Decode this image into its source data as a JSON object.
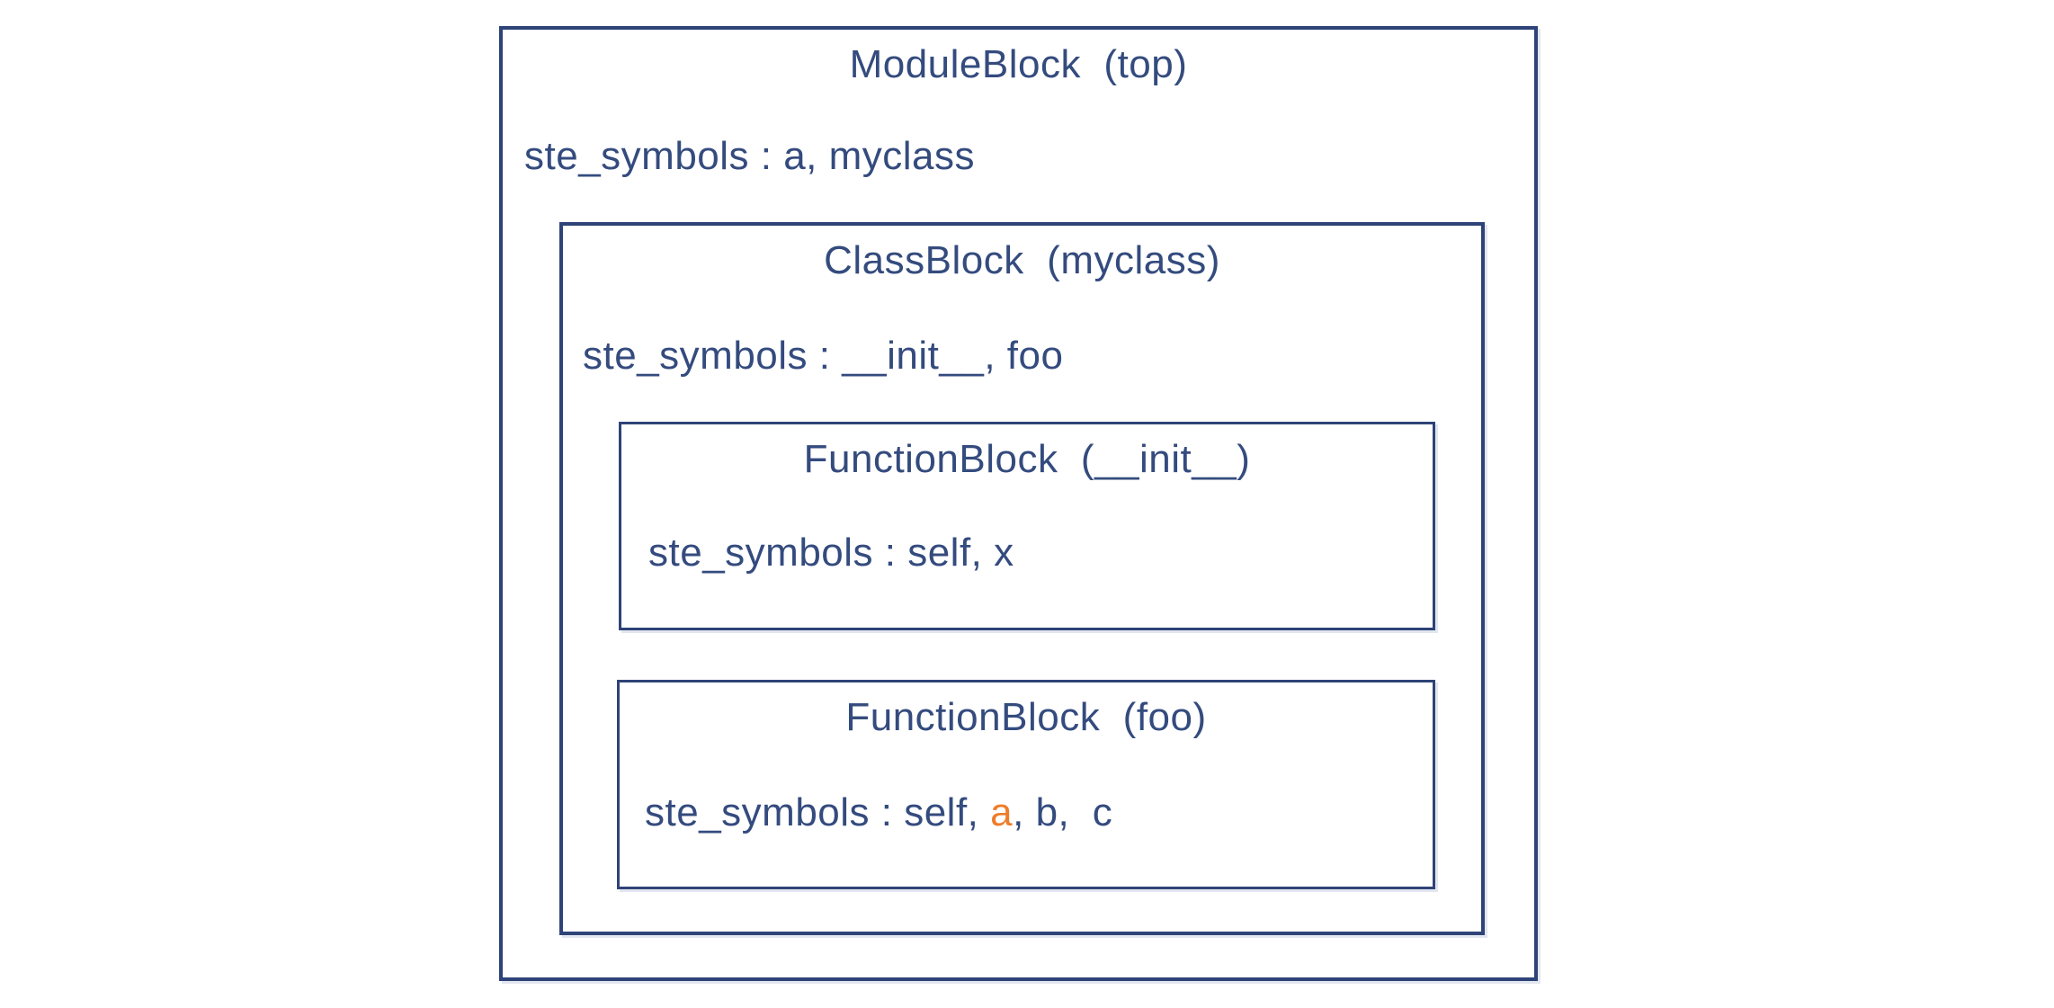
{
  "colors": {
    "ink": "#344b7e",
    "line": "#2e4377",
    "highlight": "#ed7d2b",
    "background": "#ffffff"
  },
  "diagram": {
    "module_block": {
      "title": "ModuleBlock  (top)",
      "symbols_line": "ste_symbols : a, myclass",
      "class_block": {
        "title": "ClassBlock  (myclass)",
        "symbols_line": "ste_symbols : __init__, foo",
        "function_blocks": [
          {
            "title": "FunctionBlock  (__init__)",
            "symbols_line": "ste_symbols : self, x"
          },
          {
            "title": "FunctionBlock  (foo)",
            "symbols_segments": [
              {
                "text": "ste_symbols : self, "
              },
              {
                "text": "a",
                "highlight": true
              },
              {
                "text": ", b,  c"
              }
            ]
          }
        ]
      }
    }
  }
}
